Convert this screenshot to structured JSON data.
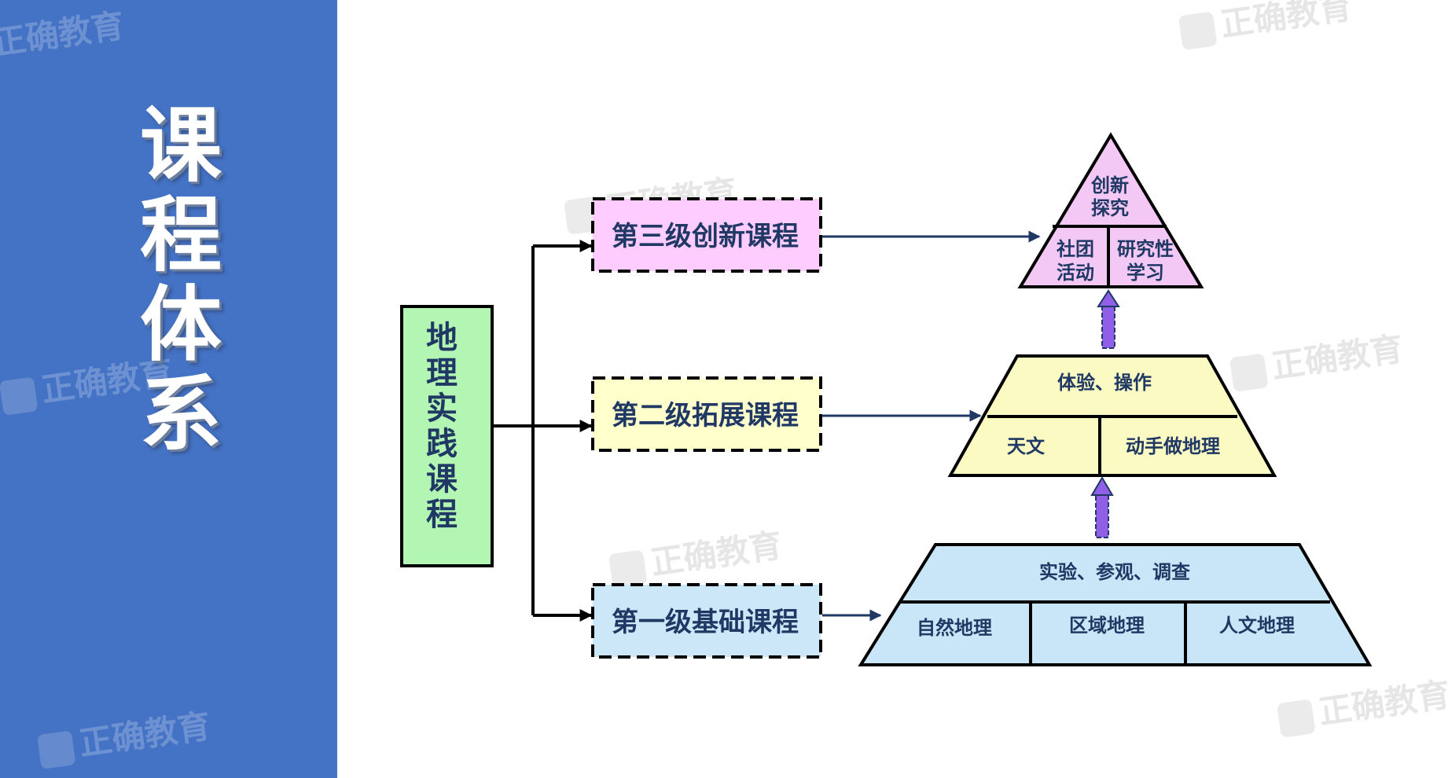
{
  "title": "课程体系",
  "watermark": "正确教育",
  "root": "地理实践课程",
  "levels": [
    {
      "label": "第三级创新课程",
      "fill": "#ffccff"
    },
    {
      "label": "第二级拓展课程",
      "fill": "#ffffcc"
    },
    {
      "label": "第一级基础课程",
      "fill": "#cce8f8"
    }
  ],
  "pyramids": {
    "top": {
      "apex_line1": "创新",
      "apex_line2": "探究",
      "left_line1": "社团",
      "left_line2": "活动",
      "right_line1": "研究性",
      "right_line2": "学习",
      "fill": "#f4c8f4"
    },
    "middle": {
      "top_label": "体验、操作",
      "left_label": "天文",
      "right_label": "动手做地理",
      "fill": "#fafac2"
    },
    "bottom": {
      "top_label": "实验、参观、调查",
      "cells": [
        "自然地理",
        "区域地理",
        "人文地理"
      ],
      "fill": "#c9e6f8"
    }
  },
  "colors": {
    "sidebar": "#4472c4",
    "root_fill": "#b3f5b3",
    "arrow": "#1f3864",
    "up_arrow": "#8f5fe8"
  }
}
